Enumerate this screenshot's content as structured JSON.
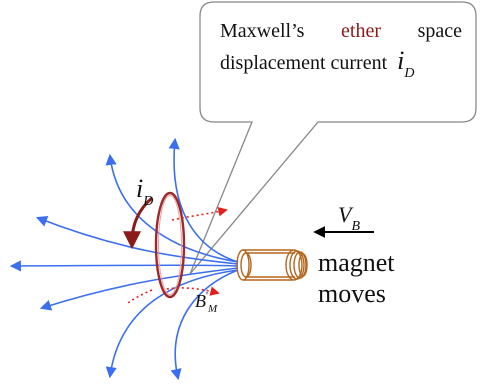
{
  "callout": {
    "word1": "Maxwell’s",
    "word2": "ether",
    "word3": "space",
    "line2_text": "displacement current",
    "symbol": "i",
    "subscript": "D"
  },
  "labels": {
    "current_symbol": "i",
    "current_subscript": "D",
    "velocity_symbol": "V",
    "velocity_subscript": "B",
    "field_symbol": "B",
    "field_subscript": "M",
    "field_prime": "'",
    "magnet_line1": "magnet",
    "magnet_line2": "moves"
  },
  "colors": {
    "field_lines": "#3b6ff0",
    "ring": "#9c2a2a",
    "magnet": "#b5651d",
    "dotted_arrows": "#e0201c",
    "ether": "#8b1a1a",
    "current_arrow": "#8b1a1a"
  }
}
